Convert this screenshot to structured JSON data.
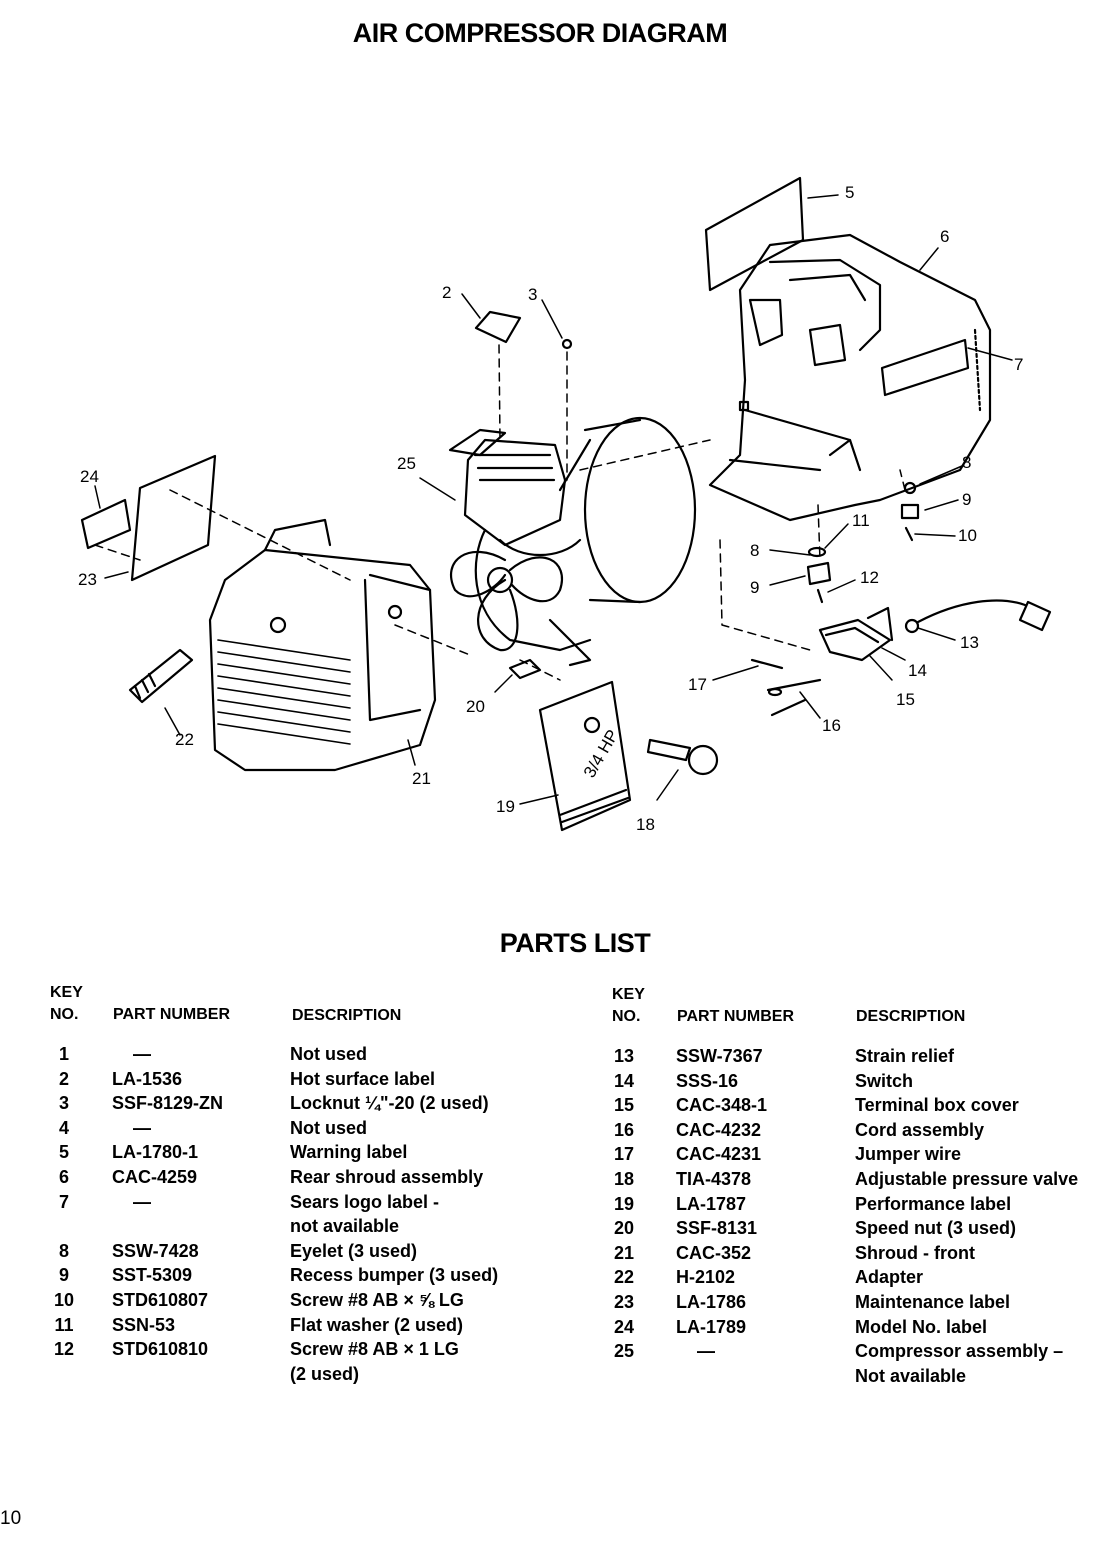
{
  "diagram_title": "AIR COMPRESSOR DIAGRAM",
  "parts_title": "PARTS LIST",
  "headers": {
    "key": "KEY",
    "no": "NO.",
    "part_number": "PART NUMBER",
    "description": "DESCRIPTION"
  },
  "callouts": [
    "2",
    "3",
    "5",
    "6",
    "7",
    "8",
    "9",
    "10",
    "11",
    "8",
    "9",
    "12",
    "13",
    "14",
    "15",
    "16",
    "17",
    "18",
    "19",
    "20",
    "21",
    "22",
    "23",
    "24",
    "25"
  ],
  "diagram_text": {
    "hp_label": "3/4 HP"
  },
  "parts_left": [
    {
      "key": "1",
      "part": "—",
      "desc": "Not used"
    },
    {
      "key": "2",
      "part": "LA-1536",
      "desc": "Hot surface label"
    },
    {
      "key": "3",
      "part": "SSF-8129-ZN",
      "desc": "Locknut ¼\"-20 (2 used)"
    },
    {
      "key": "4",
      "part": "—",
      "desc": "Not used"
    },
    {
      "key": "5",
      "part": "LA-1780-1",
      "desc": "Warning label"
    },
    {
      "key": "6",
      "part": "CAC-4259",
      "desc": "Rear shroud assembly"
    },
    {
      "key": "7",
      "part": "—",
      "desc": "Sears logo label -",
      "desc2": "not available"
    },
    {
      "key": "8",
      "part": "SSW-7428",
      "desc": "Eyelet (3 used)"
    },
    {
      "key": "9",
      "part": "SST-5309",
      "desc": "Recess bumper (3 used)"
    },
    {
      "key": "10",
      "part": "STD610807",
      "desc": "Screw #8 AB × ⅝ LG"
    },
    {
      "key": "11",
      "part": "SSN-53",
      "desc": "Flat washer (2 used)"
    },
    {
      "key": "12",
      "part": "STD610810",
      "desc": "Screw #8 AB × 1 LG",
      "desc2": "(2 used)"
    }
  ],
  "parts_right": [
    {
      "key": "13",
      "part": "SSW-7367",
      "desc": "Strain relief"
    },
    {
      "key": "14",
      "part": "SSS-16",
      "desc": "Switch"
    },
    {
      "key": "15",
      "part": "CAC-348-1",
      "desc": "Terminal box cover"
    },
    {
      "key": "16",
      "part": "CAC-4232",
      "desc": "Cord assembly"
    },
    {
      "key": "17",
      "part": "CAC-4231",
      "desc": "Jumper wire"
    },
    {
      "key": "18",
      "part": "TIA-4378",
      "desc": "Adjustable pressure valve"
    },
    {
      "key": "19",
      "part": "LA-1787",
      "desc": "Performance label"
    },
    {
      "key": "20",
      "part": "SSF-8131",
      "desc": "Speed nut (3 used)"
    },
    {
      "key": "21",
      "part": "CAC-352",
      "desc": "Shroud - front"
    },
    {
      "key": "22",
      "part": "H-2102",
      "desc": "Adapter"
    },
    {
      "key": "23",
      "part": "LA-1786",
      "desc": "Maintenance label"
    },
    {
      "key": "24",
      "part": "LA-1789",
      "desc": "Model No. label"
    },
    {
      "key": "25",
      "part": "—",
      "desc": "Compressor assembly –",
      "desc2": "Not available"
    }
  ],
  "page_number": "10"
}
